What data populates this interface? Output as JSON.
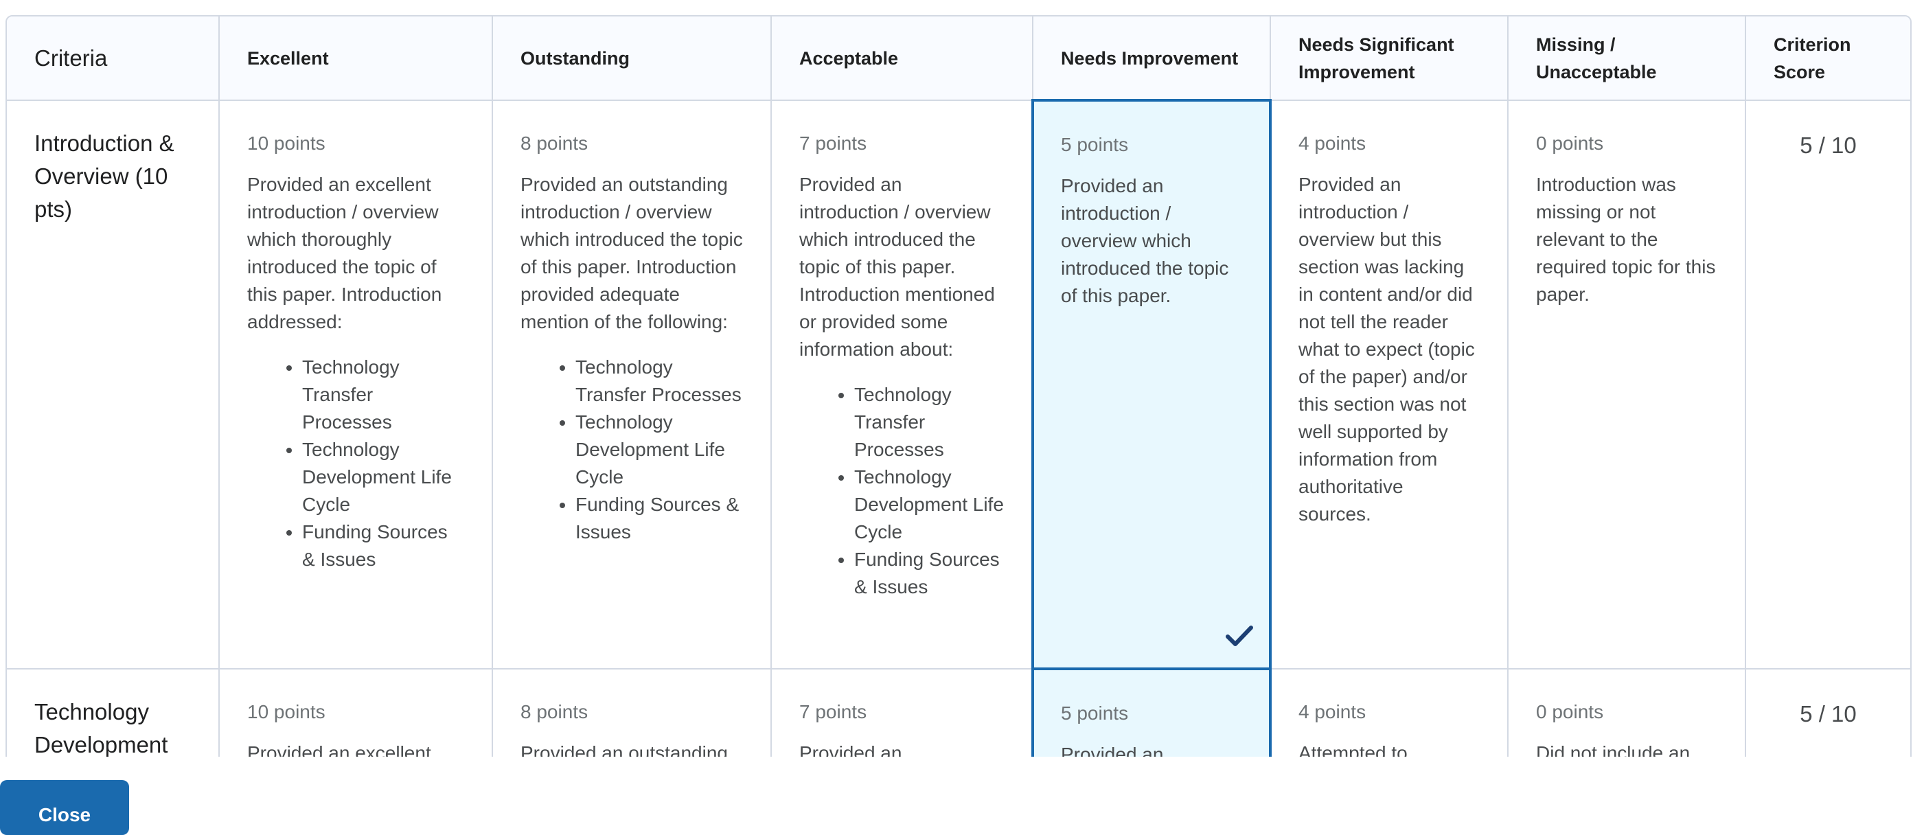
{
  "rubric": {
    "headers": [
      "Criteria",
      "Excellent",
      "Outstanding",
      "Acceptable",
      "Needs Improvement",
      "Needs Significant Improvement",
      "Missing / Unacceptable",
      "Criterion Score"
    ],
    "rows": [
      {
        "criterion": "Introduction & Overview (10 pts)",
        "score": "5 / 10",
        "selected_level": 3,
        "levels": [
          {
            "points": "10 points",
            "text": "Provided an excellent introduction / overview which thoroughly introduced the topic of this paper. Introduction addressed:",
            "bullets": [
              "Technology Transfer Processes",
              "Technology Development Life Cycle",
              "Funding Sources & Issues"
            ]
          },
          {
            "points": "8 points",
            "text": "Provided an outstanding introduction / overview which introduced the topic of this paper. Introduction provided adequate mention of the following:",
            "bullets": [
              "Technology Transfer Processes",
              "Technology Development Life Cycle",
              "Funding Sources & Issues"
            ]
          },
          {
            "points": "7 points",
            "text": "Provided an introduction / overview which introduced the topic of this paper. Introduction mentioned or provided some information about:",
            "bullets": [
              "Technology Transfer Processes",
              "Technology Development Life Cycle",
              "Funding Sources & Issues"
            ]
          },
          {
            "points": "5 points",
            "text": "Provided an introduction / overview which introduced the topic of this paper.",
            "bullets": []
          },
          {
            "points": "4 points",
            "text": "Provided an introduction / overview but this section was lacking in content and/or did not tell the reader what to expect (topic of the paper) and/or this section was not well supported by information from authoritative sources.",
            "bullets": []
          },
          {
            "points": "0 points",
            "text": "Introduction was missing or not relevant to the required topic for this paper.",
            "bullets": []
          }
        ]
      },
      {
        "criterion": "Technology Development",
        "score": "5 / 10",
        "selected_level": 3,
        "levels": [
          {
            "points": "10 points",
            "text": "Provided an excellent",
            "bullets": []
          },
          {
            "points": "8 points",
            "text": "Provided an outstanding",
            "bullets": []
          },
          {
            "points": "7 points",
            "text": "Provided an",
            "bullets": []
          },
          {
            "points": "5 points",
            "text": "Provided an",
            "bullets": []
          },
          {
            "points": "4 points",
            "text": "Attempted to",
            "bullets": []
          },
          {
            "points": "0 points",
            "text": "Did not include an",
            "bullets": []
          }
        ]
      }
    ]
  },
  "icons": {
    "selected_marker": "checkmark-icon"
  },
  "colors": {
    "selected_bg": "#e8f8fe",
    "selected_border": "#1a6aae",
    "button": "#1a6aae"
  },
  "footer": {
    "close_label": "Close"
  }
}
